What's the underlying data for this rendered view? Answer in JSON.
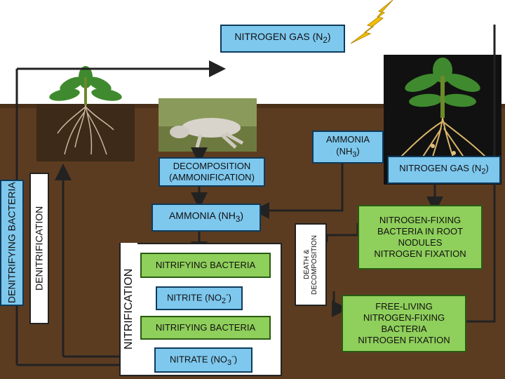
{
  "nodes": {
    "nitrogen_gas_top": {
      "label": "NITROGEN GAS (N",
      "sub": "2",
      "tail": ")"
    },
    "ammonia_right": {
      "line1": "AMMONIA",
      "line2a": "(NH",
      "sub": "3",
      "line2b": ")"
    },
    "nitrogen_gas_right": {
      "label": "NITROGEN GAS (N",
      "sub": "2",
      "tail": ")"
    },
    "decomposition": {
      "line1": "DECOMPOSITION",
      "line2": "(AMMONIFICATION)"
    },
    "ammonia_center": {
      "label": "AMMONIA (NH",
      "sub": "3",
      "tail": ")"
    },
    "nitrifying_bacteria_1": {
      "label": "NITRIFYING BACTERIA"
    },
    "nitrite": {
      "label": "NITRITE (NO",
      "sub": "2",
      "sup": "-",
      "tail": ")"
    },
    "nitrifying_bacteria_2": {
      "label": "NITRIFYING BACTERIA"
    },
    "nitrate": {
      "label": "NITRATE (NO",
      "sub": "3",
      "sup": "-",
      "tail": ")"
    },
    "root_nodules": {
      "line1": "NITROGEN-FIXING",
      "line2": "BACTERIA IN ROOT",
      "line3": "NODULES",
      "line4": "NITROGEN FIXATION"
    },
    "free_living": {
      "line1": "FREE-LIVING",
      "line2": "NITROGEN-FIXING",
      "line3": "BACTERIA",
      "line4": "NITROGEN FIXATION"
    }
  },
  "side_labels": {
    "denitrifying_bacteria": "DENITRIFYING BACTERIA",
    "denitrification": "DENITRIFICATION",
    "nitrification": "NITRIFICATION",
    "death_decomposition_1": "DEATH &",
    "death_decomposition_2": "DECOMPOSITION"
  },
  "colors": {
    "box_blue": "#7ec8ee",
    "box_green": "#8fcf5b",
    "soil": "#5c3c21",
    "arrow": "#222222",
    "lightning": "#f2c200"
  },
  "icons": [
    "lightning-icon",
    "plant-left-icon",
    "plant-right-icon",
    "dead-animal-icon"
  ]
}
